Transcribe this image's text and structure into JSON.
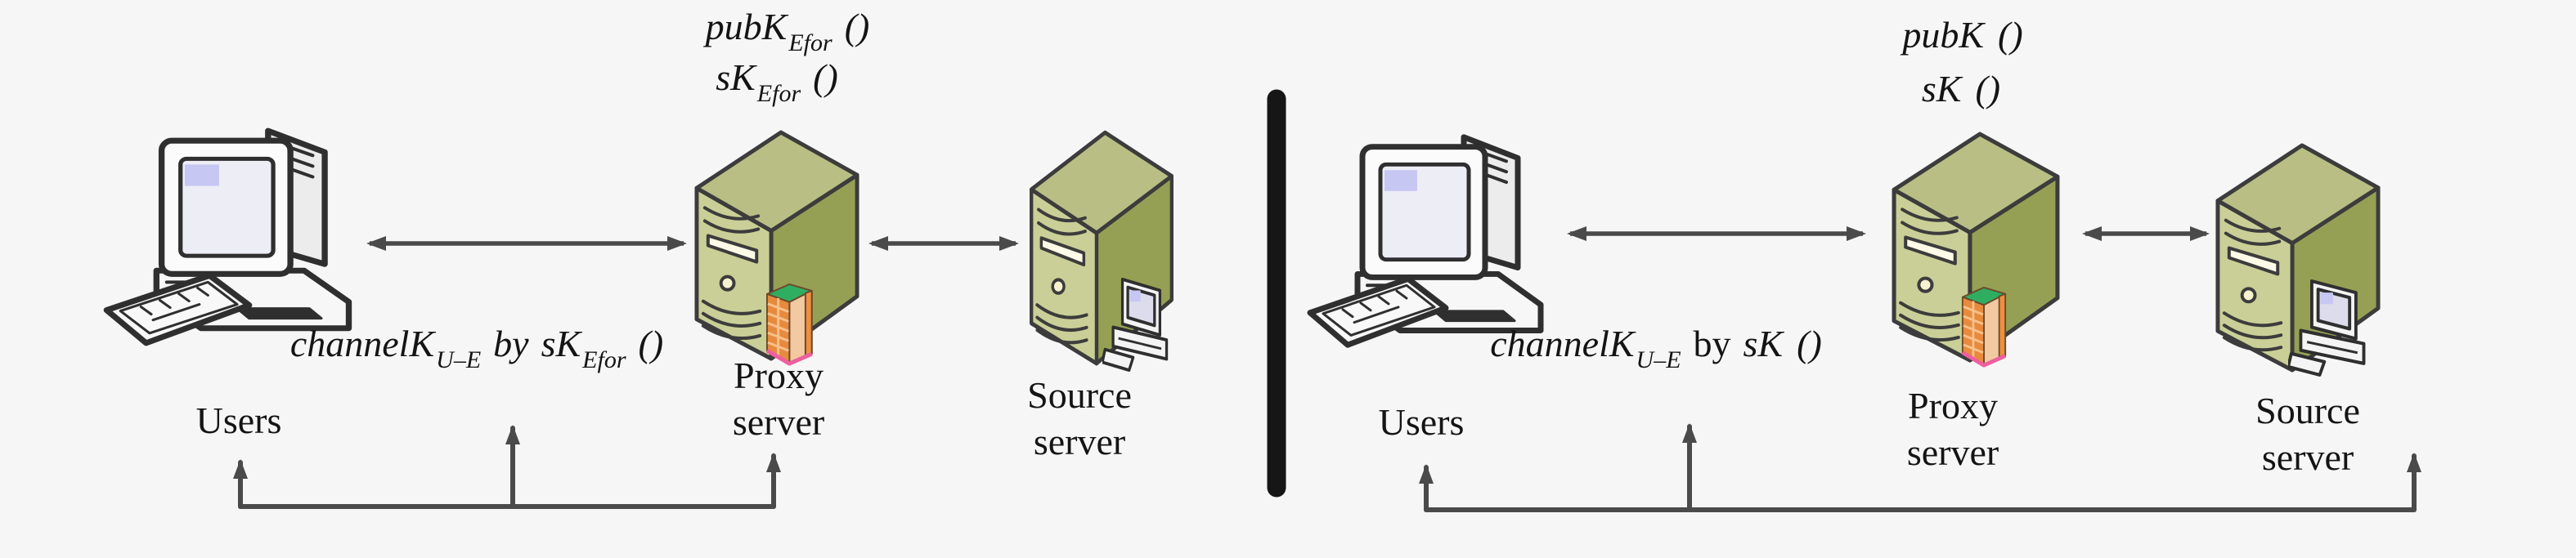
{
  "figure": {
    "background": "#f6f6f6",
    "palette": {
      "server_front": "#c9cf97",
      "server_side": "#96a054",
      "server_top": "#b9bf84",
      "firewall_orange": "#e78a3e",
      "firewall_peach": "#f2c9a0",
      "firewall_green": "#2fae62",
      "firewall_pink": "#ee5f9e",
      "screen_accent": "#c7c7f3",
      "outline": "#3c3c3c",
      "arrow": "#4a4a4a",
      "divider": "#161616",
      "text": "#141414"
    }
  },
  "panels": [
    {
      "pub_key": {
        "main": "pubK",
        "sub": "Efor",
        "args": "()"
      },
      "secret_key": {
        "main": "sK",
        "sub": "Efor",
        "args": "()"
      },
      "channel": {
        "t1": "channelK",
        "sub1": "U–E",
        "t2": "by",
        "t3": "sK",
        "sub2": "Efor",
        "args": "()"
      },
      "users_label": "Users",
      "proxy_label": {
        "line1": "Proxy",
        "line2": "server"
      },
      "source_label": {
        "line1": "Source",
        "line2": "server"
      }
    },
    {
      "pub_key": {
        "main": "pubK",
        "sub": "",
        "args": "()"
      },
      "secret_key": {
        "main": "sK",
        "sub": "",
        "args": "()"
      },
      "channel": {
        "t1": "channelK",
        "sub1": "U–E",
        "t2": "by",
        "t3": "sK",
        "sub2": "",
        "args": "()"
      },
      "users_label": "Users",
      "proxy_label": {
        "line1": "Proxy",
        "line2": "server"
      },
      "source_label": {
        "line1": "Source",
        "line2": "server"
      }
    }
  ]
}
